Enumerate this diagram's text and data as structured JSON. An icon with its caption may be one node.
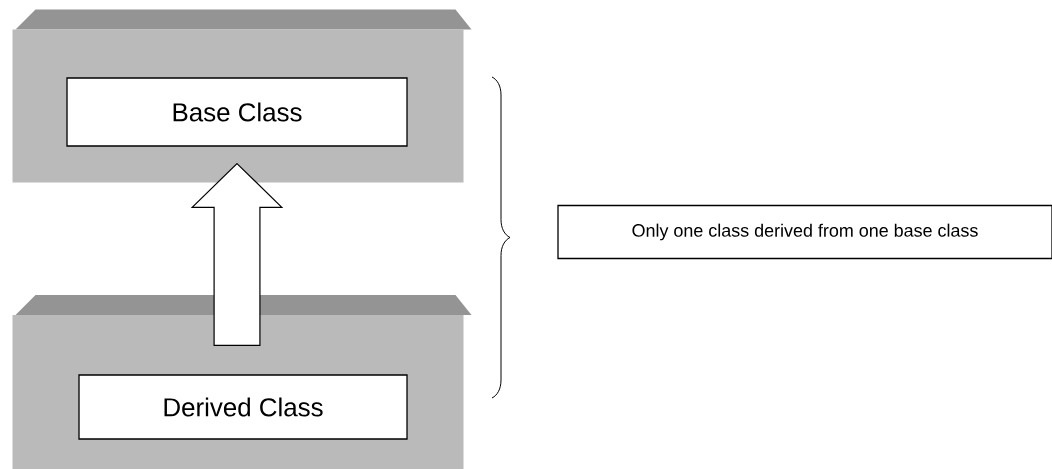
{
  "diagram": {
    "nodes": [
      {
        "text": [],
        "shape": "box"
      },
      {
        "text": [
          "Base Class"
        ],
        "in": 0
      },
      {
        "text": [],
        "shape": "box"
      },
      {
        "text": [
          "Derived Class"
        ],
        "in": 2
      },
      {
        "text": [
          "Only one class derived from one base class"
        ]
      }
    ],
    "edges": [
      {
        "from": 3,
        "to": 1,
        "arrow": "to"
      }
    ]
  }
}
